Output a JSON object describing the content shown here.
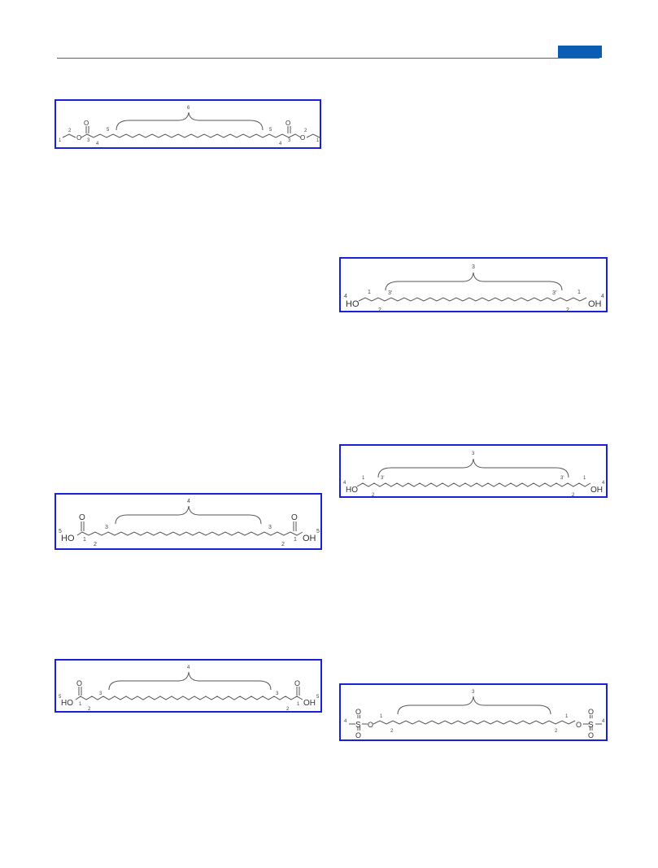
{
  "header": {
    "accent": "#0a5db3"
  },
  "panels": [
    {
      "id": "diethyl-ester",
      "labels": {
        "methyl": "1",
        "oxy_ch2": "2",
        "carbonyl": "3",
        "alpha": "4",
        "beta": "5",
        "chain": "6"
      },
      "atoms": {
        "oxygen": "O"
      }
    },
    {
      "id": "diol-a",
      "labels": {
        "c1": "1",
        "c2": "2",
        "chain": "3",
        "chain_end": "3'",
        "hydroxyl": "4"
      },
      "atoms": {
        "ho": "HO",
        "oh": "OH"
      }
    },
    {
      "id": "diacid-a",
      "labels": {
        "carboxyl": "1",
        "alpha": "2",
        "beta": "3",
        "chain": "4",
        "hydroxyl": "5"
      },
      "atoms": {
        "oxygen": "O",
        "ho": "HO",
        "oh": "OH"
      }
    },
    {
      "id": "diol-b",
      "labels": {
        "c1": "1",
        "c2": "2",
        "chain": "3",
        "chain_end": "3'",
        "hydroxyl": "4"
      },
      "atoms": {
        "ho": "HO",
        "oh": "OH"
      }
    },
    {
      "id": "diacid-b",
      "labels": {
        "carboxyl": "1",
        "alpha": "2",
        "beta": "3",
        "chain": "4",
        "hydroxyl": "5"
      },
      "atoms": {
        "oxygen": "O",
        "ho": "HO",
        "oh": "OH"
      }
    },
    {
      "id": "dimesylate",
      "labels": {
        "c1": "1",
        "c2": "2",
        "chain": "3",
        "methyl": "4"
      },
      "atoms": {
        "oxygen": "O",
        "sulfur": "S"
      }
    }
  ]
}
